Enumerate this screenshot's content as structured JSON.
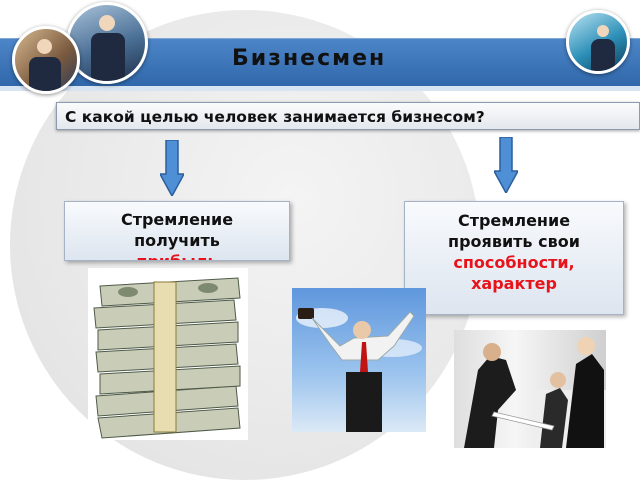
{
  "slide": {
    "title": "Бизнесмен",
    "question": "С какой целью человек занимается бизнесом?",
    "left_box": {
      "line1": "Стремление",
      "line2": "получить",
      "highlight": "прибыль"
    },
    "right_box": {
      "line1": "Стремление",
      "line2": "проявить свои",
      "highlight1": "способности,",
      "highlight2": "характер"
    }
  },
  "colors": {
    "header_band": "#3d77bb",
    "highlight_text": "#e8131a",
    "arrow_fill": "#4f8fd6"
  },
  "icons": [
    "arrow-down-icon",
    "arrow-down-icon"
  ]
}
